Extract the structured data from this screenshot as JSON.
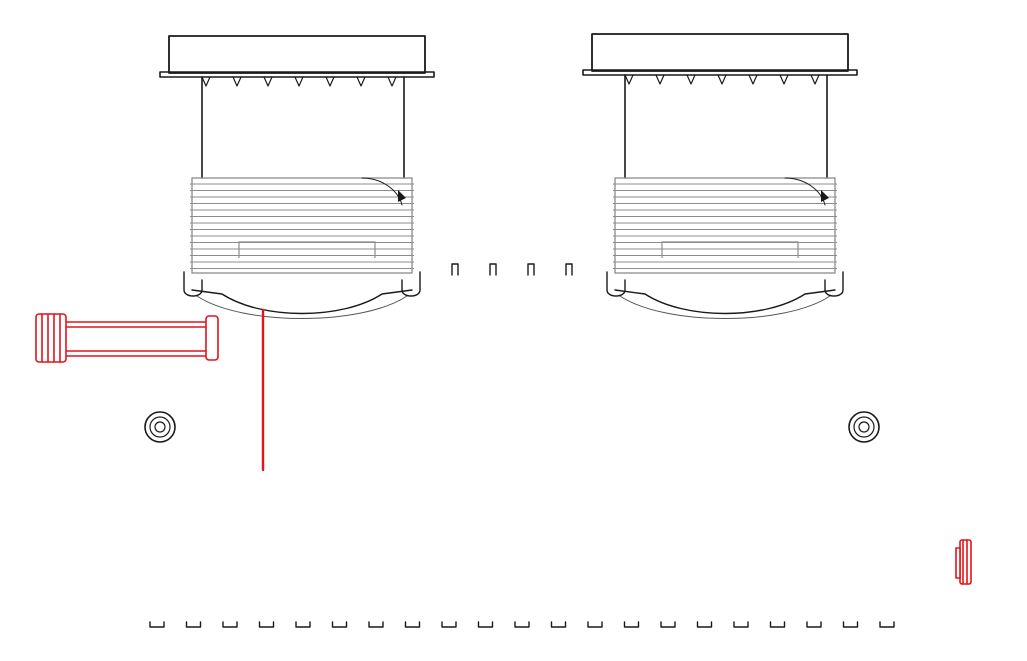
{
  "diagram": {
    "subject": "tank-with-two-risers-side-elevation",
    "colors": {
      "background": "#ffffff",
      "outline": "#1a1a1a",
      "detail": "#555555",
      "riser_ribs": "#8c8c8c",
      "highlight": "#e3141b"
    },
    "risers": [
      {
        "id": "riser-left",
        "lid": "lid-left"
      },
      {
        "id": "riser-right",
        "lid": "lid-right"
      }
    ],
    "highlighted_parts": [
      "inlet-pipe",
      "dip-tube",
      "outlet-fitting"
    ]
  }
}
